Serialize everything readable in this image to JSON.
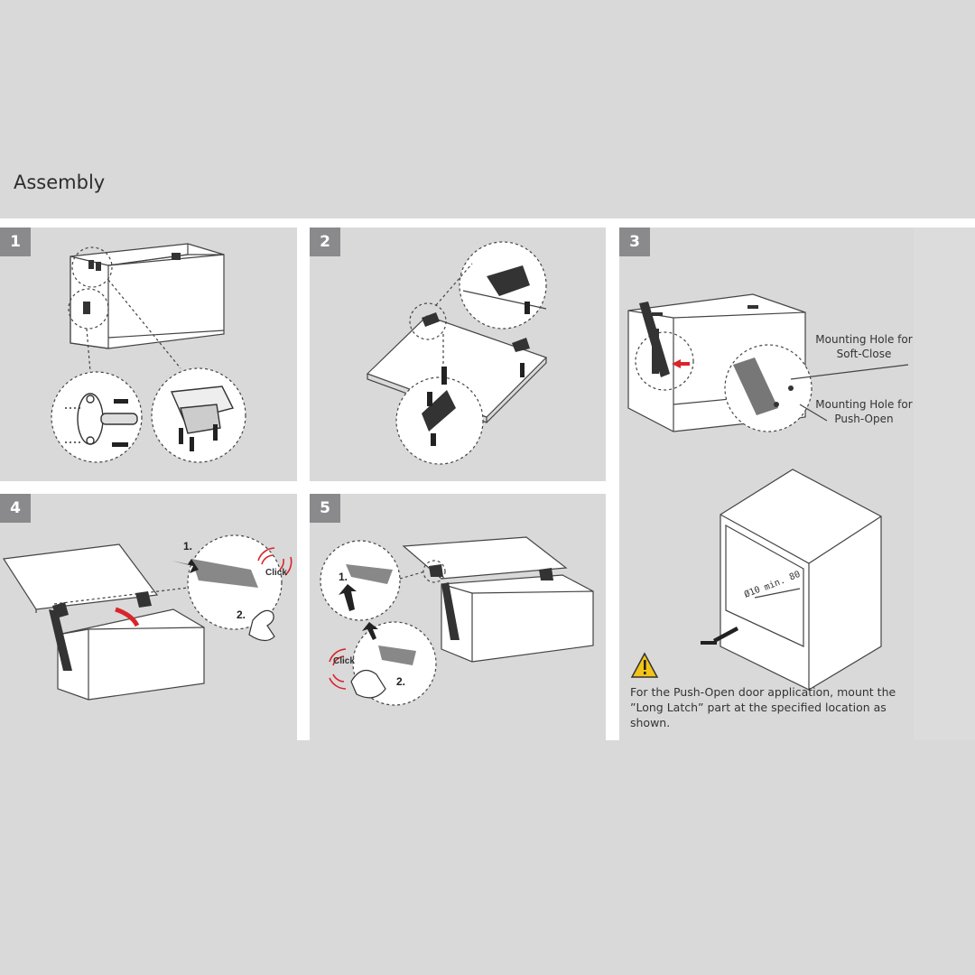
{
  "header": {
    "title": "Assembly"
  },
  "steps": [
    {
      "number": "1"
    },
    {
      "number": "2"
    },
    {
      "number": "3",
      "labels": {
        "soft_close": "Mounting Hole for\nSoft-Close",
        "push_open": "Mounting Hole for\nPush-Open"
      },
      "dimensions": {
        "diameter": "Ø10",
        "min": "min. 80"
      },
      "note": "For the Push-Open door application,  mount the\n”Long Latch” part at the specified location as shown."
    },
    {
      "number": "4",
      "click": "Click",
      "step1": "1.",
      "step2": "2."
    },
    {
      "number": "5",
      "click": "Click",
      "step1": "1.",
      "step2": "2."
    }
  ],
  "icons": [
    "warning-icon",
    "hand-icon",
    "screw-icon",
    "hinge-icon",
    "arrow-icon",
    "click-sound-icon"
  ],
  "colors": {
    "background": "#d9d9da",
    "badge": "#8a8a8c",
    "accent_red": "#d9252a",
    "warning_yellow": "#f2c318"
  }
}
